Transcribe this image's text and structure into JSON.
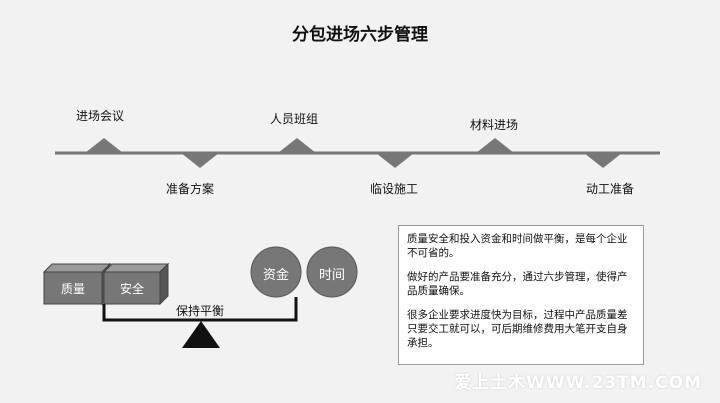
{
  "title": "分包进场六步管理",
  "steps": [
    {
      "label": "进场会议",
      "position": "above"
    },
    {
      "label": "准备方案",
      "position": "below"
    },
    {
      "label": "人员班组",
      "position": "above"
    },
    {
      "label": "临设施工",
      "position": "below"
    },
    {
      "label": "材料进场",
      "position": "above"
    },
    {
      "label": "动工准备",
      "position": "below"
    }
  ],
  "balance": {
    "left_items": [
      "质量",
      "安全"
    ],
    "right_items": [
      "资金",
      "时间"
    ],
    "label": "保持平衡"
  },
  "notes": [
    "质量安全和投入资金和时间做平衡，是每个企业不可省的。",
    "做好的产品要准备充分，通过六步管理，使得产品质量确保。",
    "很多企业要求进度快为目标，过程中产品质量差只要交工就可以，可后期维修费用大笔开支自身承担。"
  ],
  "watermark": "爱上土木WWW.23TM.COM",
  "colors": {
    "shape_fill": "#777777",
    "cube_top": "#9a9a9a",
    "cube_side": "#555555",
    "fulcrum": "#111111"
  }
}
